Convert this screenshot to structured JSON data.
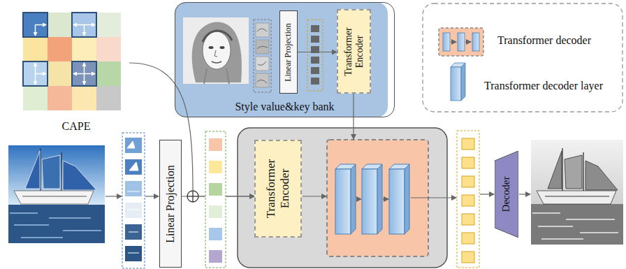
{
  "diagram": {
    "nodes": [
      {
        "text": [
          "CAPE"
        ]
      },
      {
        "text": [
          "Style value&key bank"
        ]
      },
      {
        "text": [
          "Linear Projection"
        ],
        "in": 1
      },
      {
        "text": [
          "Transformer Encoder"
        ],
        "in": 1
      },
      {
        "text": [
          "Linear Projection"
        ]
      },
      {
        "text": [
          "Transformer Encoder"
        ]
      },
      {
        "text": [
          "Decoder"
        ]
      }
    ],
    "edges": [
      {
        "from": 0,
        "to": 5,
        "arrow": "to"
      },
      {
        "from": 4,
        "to": 5,
        "arrow": "to"
      },
      {
        "from": 2,
        "to": 3,
        "arrow": "to"
      }
    ],
    "legend": [
      {
        "text": "Transformer decoder"
      },
      {
        "text": "Transformer decoder layer"
      }
    ]
  }
}
